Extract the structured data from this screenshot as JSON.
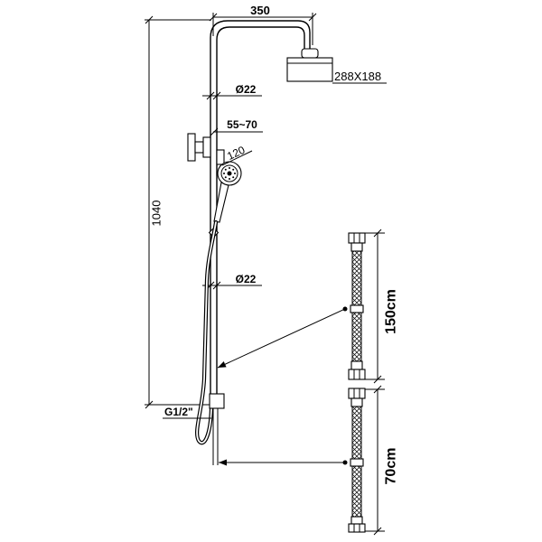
{
  "labels": {
    "arm_length": "350",
    "overhead_shower_size": "288X188",
    "upper_pipe_diameter": "Ø22",
    "bracket_range": "55~70",
    "hand_shower_diameter": "120",
    "overall_height": "1040",
    "lower_pipe_diameter": "Ø22",
    "inlet_thread": "G1/2\"",
    "long_hose_length": "150cm",
    "short_hose_length": "70cm"
  },
  "colors": {
    "line": "#000000",
    "background": "#ffffff"
  }
}
